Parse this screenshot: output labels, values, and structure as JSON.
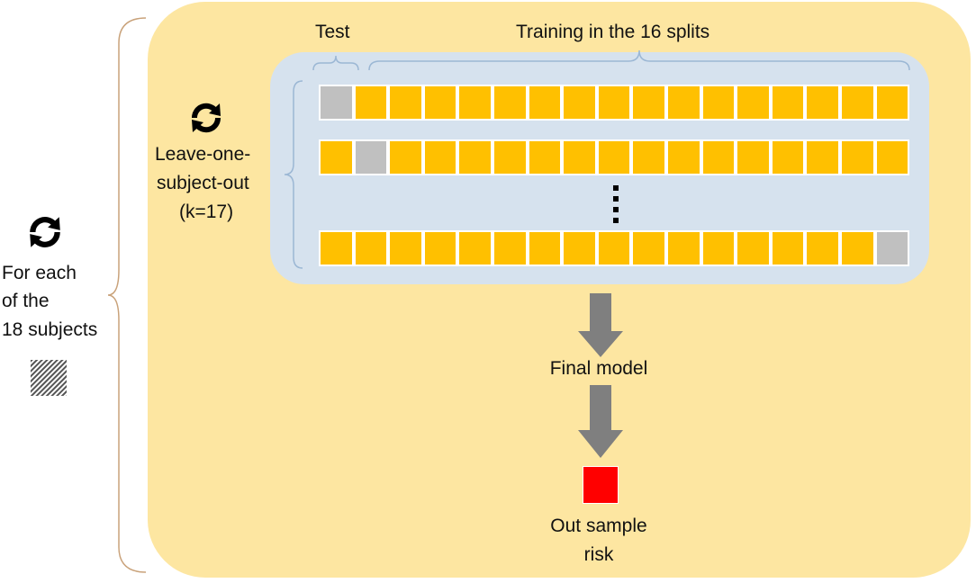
{
  "labels": {
    "test": "Test",
    "training": "Training in the 16 splits",
    "loso_line1": "Leave-one-",
    "loso_line2": "subject-out",
    "loso_line3": "(k=17)",
    "outer_line1": "For each",
    "outer_line2": "of the",
    "outer_line3": "18 subjects",
    "final_model": "Final model",
    "risk_line1": "Out sample",
    "risk_line2": "risk"
  },
  "rows": [
    {
      "row": 1,
      "cells": 17,
      "test_index": 1
    },
    {
      "row": 2,
      "cells": 17,
      "test_index": 2
    },
    {
      "row": 17,
      "cells": 17,
      "test_index": 17
    }
  ],
  "icons": {
    "loso_cycle": "refresh-icon",
    "outer_cycle": "refresh-icon",
    "outer_pattern": "hatched-square-icon",
    "down_arrows": "down-arrow-icon",
    "risk_square": "red-square-icon"
  },
  "colors": {
    "outer_box": "#fde6a1",
    "inner_panel": "#d6e2ee",
    "train_cell": "#ffc000",
    "test_cell": "#c0c0c0",
    "arrow": "#7f7f7f",
    "risk": "#ff0000",
    "bracket": "#c9a27a",
    "brace_blue": "#9bb7d4"
  }
}
